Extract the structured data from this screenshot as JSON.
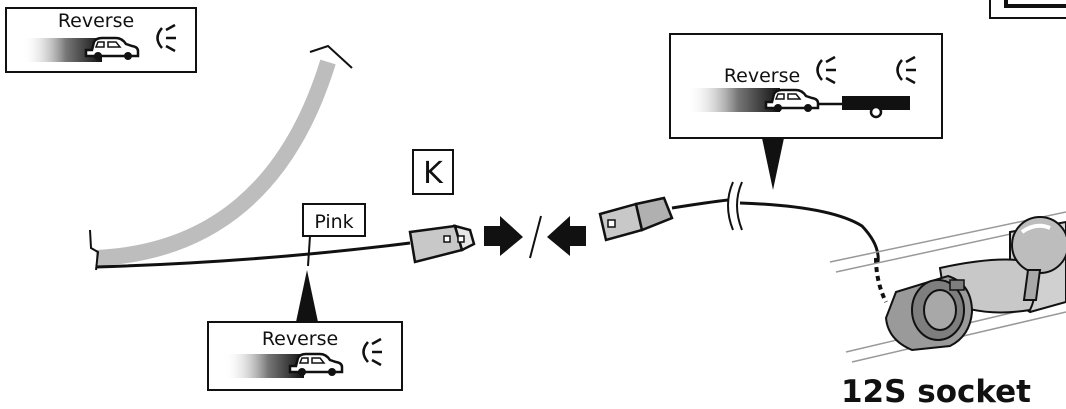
{
  "labels": {
    "reverse_top_left": "Reverse",
    "reverse_top_right": "Reverse",
    "reverse_bottom": "Reverse",
    "wire_color": "Pink",
    "connector_letter": "K",
    "socket_name": "12S socket"
  },
  "icons": [
    "car-icon",
    "reverse-light-icon",
    "trailer-icon",
    "arrow-right-icon",
    "arrow-left-icon",
    "tow-hitch-icon"
  ],
  "colors": {
    "line": "#111111",
    "gray_curve": "#bdbdbd",
    "connector_fill": "#c8c8c8",
    "socket_fill": "#9a9a9a"
  }
}
